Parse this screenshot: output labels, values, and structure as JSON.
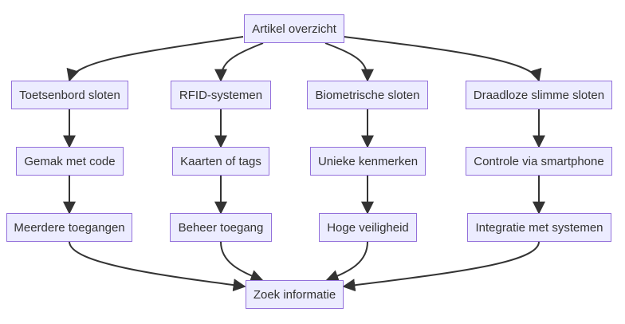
{
  "diagram": {
    "type": "flowchart",
    "colors": {
      "node_fill": "#ececff",
      "node_border": "#9370db",
      "text": "#333333",
      "edge": "#333333"
    },
    "nodes": {
      "root": "Artikel overzicht",
      "keypad": "Toetsenbord sloten",
      "rfid": "RFID-systemen",
      "biometric": "Biometrische sloten",
      "wireless": "Draadloze slimme sloten",
      "keypad_benefit": "Gemak met code",
      "rfid_benefit": "Kaarten of tags",
      "biometric_benefit": "Unieke kenmerken",
      "wireless_benefit": "Controle via smartphone",
      "keypad_result": "Meerdere toegangen",
      "rfid_result": "Beheer toegang",
      "biometric_result": "Hoge veiligheid",
      "wireless_result": "Integratie met systemen",
      "final": "Zoek informatie"
    },
    "edges": [
      [
        "root",
        "keypad"
      ],
      [
        "root",
        "rfid"
      ],
      [
        "root",
        "biometric"
      ],
      [
        "root",
        "wireless"
      ],
      [
        "keypad",
        "keypad_benefit"
      ],
      [
        "rfid",
        "rfid_benefit"
      ],
      [
        "biometric",
        "biometric_benefit"
      ],
      [
        "wireless",
        "wireless_benefit"
      ],
      [
        "keypad_benefit",
        "keypad_result"
      ],
      [
        "rfid_benefit",
        "rfid_result"
      ],
      [
        "biometric_benefit",
        "biometric_result"
      ],
      [
        "wireless_benefit",
        "wireless_result"
      ],
      [
        "keypad_result",
        "final"
      ],
      [
        "rfid_result",
        "final"
      ],
      [
        "biometric_result",
        "final"
      ],
      [
        "wireless_result",
        "final"
      ]
    ]
  }
}
